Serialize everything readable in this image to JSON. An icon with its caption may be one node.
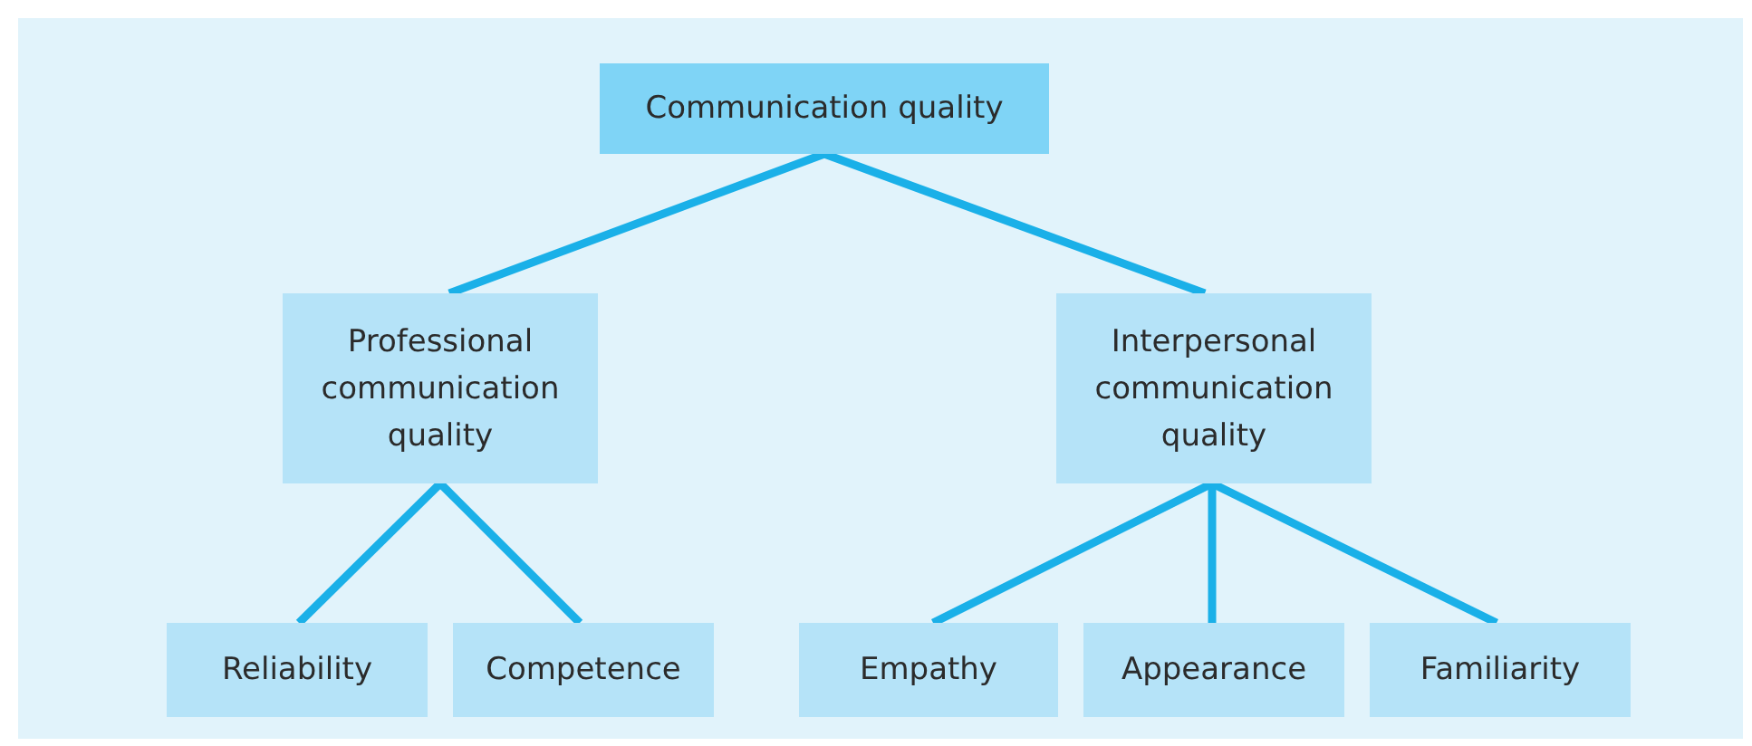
{
  "diagram": {
    "nodes": [
      {
        "text": [
          "Communication quality"
        ]
      },
      {
        "text": [
          "Professional communication quality"
        ]
      },
      {
        "text": [
          "Interpersonal communication quality"
        ]
      },
      {
        "text": [
          "Reliability"
        ]
      },
      {
        "text": [
          "Competence"
        ]
      },
      {
        "text": [
          "Empathy"
        ]
      },
      {
        "text": [
          "Appearance"
        ]
      },
      {
        "text": [
          "Familiarity"
        ]
      }
    ],
    "edges": [
      {
        "from": 0,
        "to": 1,
        "arrow": "none"
      },
      {
        "from": 0,
        "to": 2,
        "arrow": "none"
      },
      {
        "from": 1,
        "to": 3,
        "arrow": "none"
      },
      {
        "from": 1,
        "to": 4,
        "arrow": "none"
      },
      {
        "from": 2,
        "to": 5,
        "arrow": "none"
      },
      {
        "from": 2,
        "to": 6,
        "arrow": "none"
      },
      {
        "from": 2,
        "to": 7,
        "arrow": "none"
      }
    ]
  }
}
